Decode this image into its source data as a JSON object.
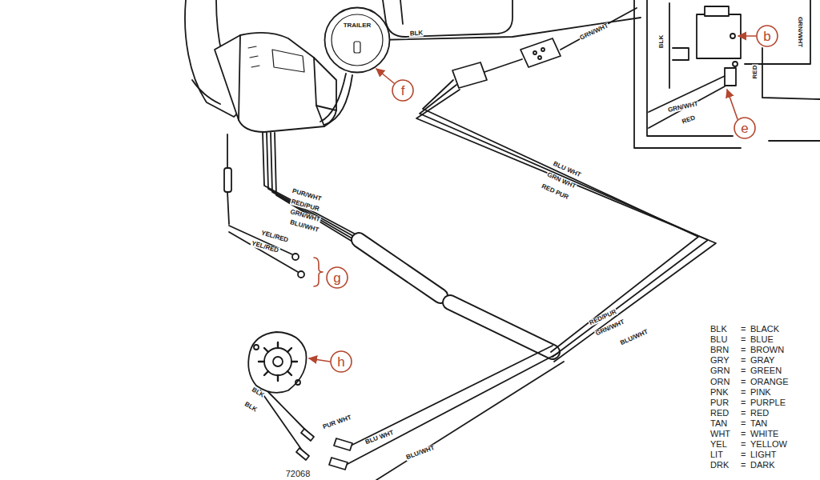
{
  "diagram": {
    "nodes": [
      {
        "text": [
          "TRAILER"
        ]
      }
    ],
    "labels": [
      "BLK",
      "GRN/WHT",
      "BLK",
      "GRN/WHT",
      "RED",
      "GRN/WHT",
      "RED",
      "b",
      "e",
      "f",
      "BLU WHT",
      "GRN WHT",
      "RED PUR",
      "PUR/WHT",
      "RED/PUR",
      "GRN/WHT",
      "BLU/WHT",
      "YEL/RED",
      "YEL/RED",
      "g",
      "h",
      "RED/PUR",
      "GRN/WHT",
      "BLU/WHT",
      "BLK",
      "BLK",
      "PUR WHT",
      "BLU WHT",
      "BLU/WHT",
      "72068",
      "BLK",
      "=",
      "BLACK",
      "BLU",
      "=",
      "BLUE",
      "BRN",
      "=",
      "BROWN",
      "GRY",
      "=",
      "GRAY",
      "GRN",
      "=",
      "GREEN",
      "ORN",
      "=",
      "ORANGE",
      "PNK",
      "=",
      "PINK",
      "PUR",
      "=",
      "PURPLE",
      "RED",
      "=",
      "RED",
      "TAN",
      "=",
      "TAN",
      "WHT",
      "=",
      "WHITE",
      "YEL",
      "=",
      "YELLOW",
      "LIT",
      "=",
      "LIGHT",
      "DRK",
      "=",
      "DARK"
    ]
  }
}
